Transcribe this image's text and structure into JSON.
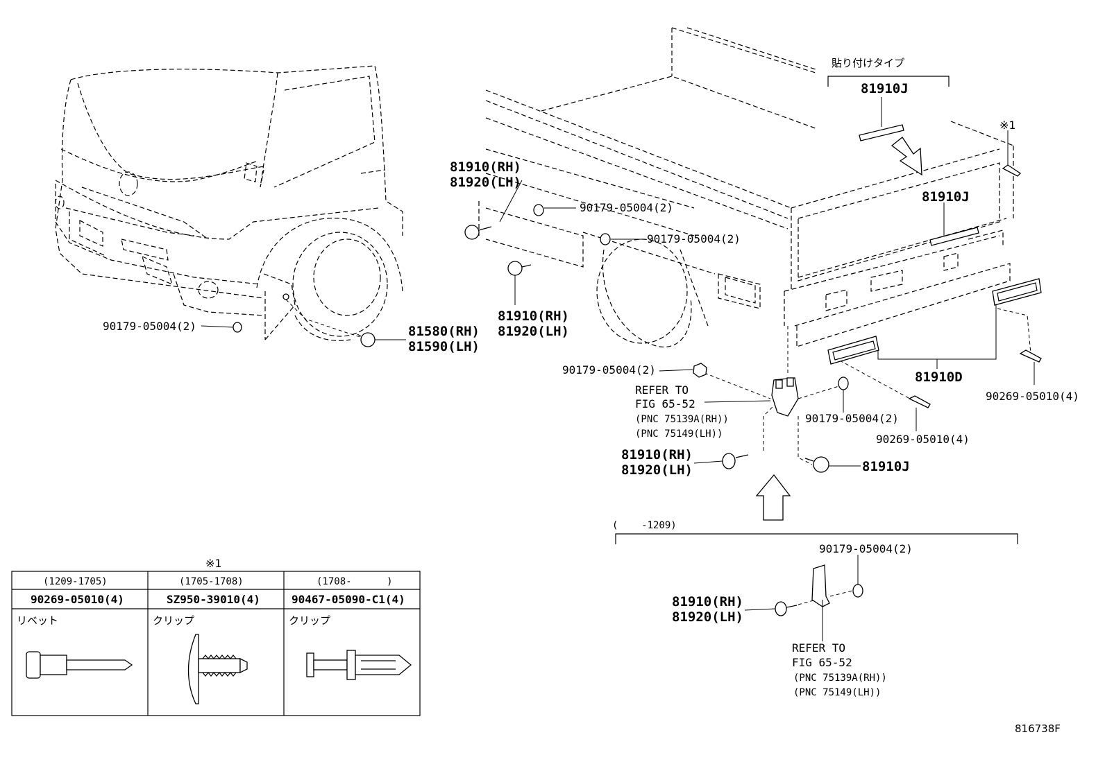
{
  "labels": {
    "l_90179_a": "90179-05004(2)",
    "l_81580": "81580(RH)",
    "l_81590": "81590(LH)",
    "l_81910_rh_1": "81910(RH)",
    "l_81920_lh_1": "81920(LH)",
    "l_90179_b": "90179-05004(2)",
    "l_90179_c": "90179-05004(2)",
    "l_81910_rh_2": "81910(RH)",
    "l_81920_lh_2": "81920(LH)",
    "l_jp_type": "貼り付けタイプ",
    "l_81910j_top": "81910J",
    "l_81910j_mid": "81910J",
    "l_note_mark": "※1",
    "l_90179_d": "90179-05004(2)",
    "l_refer_1": "REFER TO",
    "l_fig_1": "FIG 65-52",
    "l_pnc_rh_1": "(PNC 75139A(RH))",
    "l_pnc_lh_1": "(PNC 75149(LH))",
    "l_90179_e": "90179-05004(2)",
    "l_81910d": "81910D",
    "l_90269_a": "90269-05010(4)",
    "l_90269_b": "90269-05010(4)",
    "l_81910_rh_3": "81910(RH)",
    "l_81920_lh_3": "81920(LH)",
    "l_81910j_low": "81910J",
    "l_range": "(    -1209)",
    "l_90179_f": "90179-05004(2)",
    "l_81910_rh_4": "81910(RH)",
    "l_81920_lh_4": "81920(LH)",
    "l_refer_2": "REFER TO",
    "l_fig_2": "FIG 65-52",
    "l_pnc_rh_2": "(PNC 75139A(RH))",
    "l_pnc_lh_2": "(PNC 75149(LH))",
    "figure_id": "816738F"
  },
  "table": {
    "note_mark": "※1",
    "columns": [
      {
        "period": "(1209-1705)",
        "part_no": "90269-05010(4)",
        "type": "リベット"
      },
      {
        "period": "(1705-1708)",
        "part_no": "SZ950-39010(4)",
        "type": "クリップ"
      },
      {
        "period": "(1708-      )",
        "part_no": "90467-05090-C1(4)",
        "type": "クリップ"
      }
    ]
  }
}
